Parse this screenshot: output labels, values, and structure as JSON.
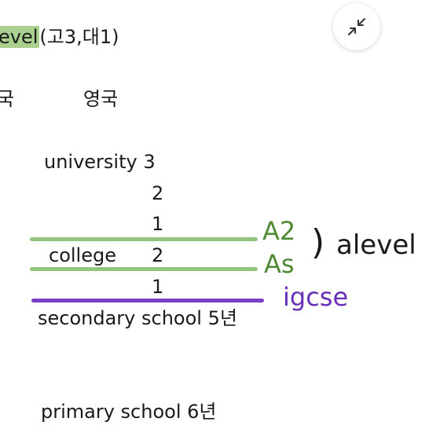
{
  "header": {
    "highlighted": "evel",
    "rest": "(고3,대1)"
  },
  "labels": {
    "korea_partial": "국",
    "uk": "영국",
    "university": "university 3",
    "uni_year2": "2",
    "uni_year1": "1",
    "college": "college",
    "college_year2": "2",
    "college_year1": "1",
    "secondary": "secondary school 5년",
    "primary": "primary school 6년"
  },
  "annotations": {
    "a2": "A2",
    "as": "As",
    "brace": ")",
    "alevel": "alevel",
    "igcse": "igcse"
  },
  "colors": {
    "highlight": "#a9d08e",
    "green_ink": "#6aa84f",
    "green_line": "#93c47d",
    "purple_ink": "#6a2fb8",
    "purple_line": "#7b3fc9",
    "text": "#1a1a1a"
  },
  "icons": {
    "collapse": "collapse-arrows-icon"
  }
}
